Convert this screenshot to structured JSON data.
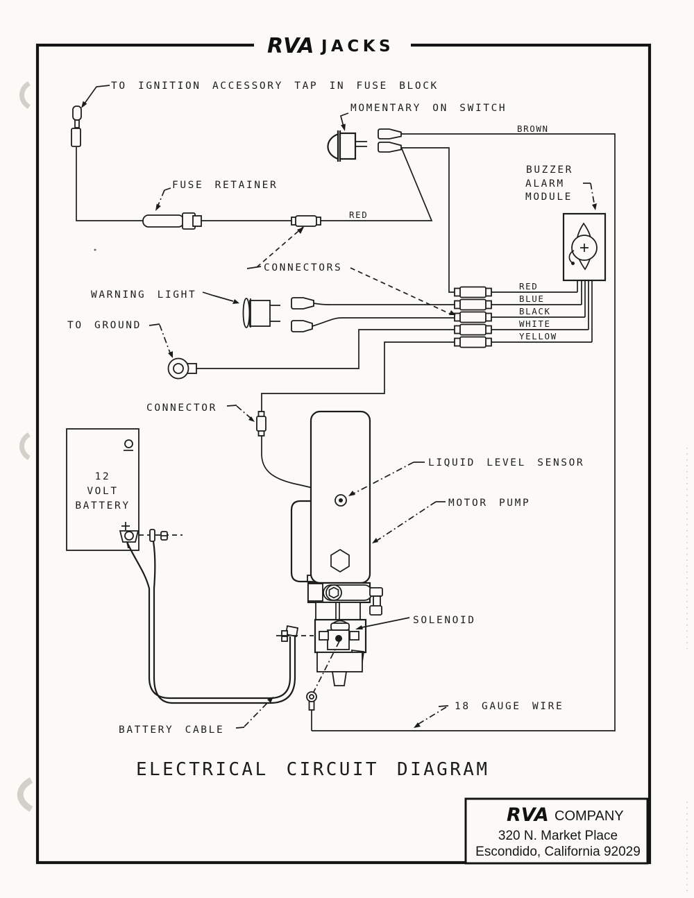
{
  "header": {
    "logo_rva": "RVA",
    "logo_jacks": "JACKS"
  },
  "labels": {
    "ignition": "TO IGNITION ACCESSORY TAP IN FUSE BLOCK",
    "momentary_switch": "MOMENTARY ON SWITCH",
    "fuse_retainer": "FUSE RETAINER",
    "connectors": "CONNECTORS",
    "connector": "CONNECTOR",
    "warning_light": "WARNING LIGHT",
    "to_ground": "TO GROUND",
    "buzzer": [
      "BUZZER",
      "ALARM",
      "MODULE"
    ],
    "liquid_level_sensor": "LIQUID LEVEL SENSOR",
    "motor_pump": "MOTOR PUMP",
    "solenoid": "SOLENOID",
    "battery": [
      "12",
      "VOLT",
      "BATTERY"
    ],
    "battery_cable": "BATTERY CABLE",
    "gauge_wire": "18 GAUGE WIRE"
  },
  "wire_labels": {
    "brown": "BROWN",
    "red_feed": "RED",
    "red": "RED",
    "blue": "BLUE",
    "black": "BLACK",
    "white": "WHITE",
    "yellow": "YELLOW"
  },
  "footer": {
    "title": "ELECTRICAL CIRCUIT DIAGRAM"
  },
  "company_box": {
    "logo": "RVA",
    "name": "COMPANY",
    "address1": "320 N. Market Place",
    "address2": "Escondido, California  92029"
  },
  "colors": {
    "ink": "#1c1c1c",
    "paper": "#fbfaf7"
  }
}
